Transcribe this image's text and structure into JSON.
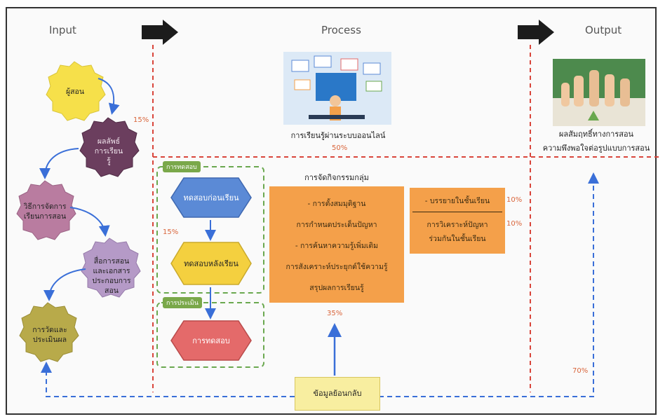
{
  "headers": {
    "input": "Input",
    "process": "Process",
    "output": "Output"
  },
  "input_steps": [
    {
      "label": "ผู้สอน",
      "color": "#f6e04a"
    },
    {
      "label": "ผลลัพธ์การเรียนรู้",
      "color": "#6b3e5e"
    },
    {
      "label": "วิธีการจัดการเรียนการสอน",
      "color": "#b97ca0"
    },
    {
      "label": "สื่อการสอนและเอกสารประกอบการสอน",
      "color": "#b59ac7"
    },
    {
      "label": "การวัดและประเมินผล",
      "color": "#b8aa4a"
    }
  ],
  "process": {
    "online_caption": "การเรียนรู้ผ่านระบบออนไลน์",
    "online_percent": "50%",
    "input_percent": "15%",
    "tag_top": "การทดสอบ",
    "tag_bottom": "การประเมิน",
    "pretest": "ทดสอบก่อนเรียน",
    "posttest": "ทดสอบหลังเรียน",
    "exam": "การทดสอบ",
    "test_percent": "15%",
    "group_title": "การจัดกิจกรรมกลุ่ม",
    "group_lines": [
      "- การตั้งสมมุติฐาน",
      "การกำหนดประเด็นปัญหา",
      "- การค้นหาความรู้เพิ่มเติม",
      "การสังเคราะห์ประยุกต์ใช้ความรู้",
      "สรุปผลการเรียนรู้"
    ],
    "group_percent": "35%",
    "lecture": "- บรรยายในชั้นเรียน",
    "lecture_percent": "10%",
    "analysis_lines": [
      "การวิเคราะห์ปัญหา",
      "ร่วมกันในชั้นเรียน"
    ],
    "analysis_percent": "10%",
    "feedback": "ข้อมูลย้อนกลับ",
    "feedback_percent": "70%"
  },
  "output": {
    "line1": "ผลสัมฤทธิ์ทางการสอน",
    "line2": "ความพึงพอใจต่อรูปแบบการสอน"
  },
  "colors": {
    "dashed_red": "#d9453b",
    "dashed_green": "#6aa84f",
    "arrow_blue": "#3a6fd8",
    "orange": "#f4a04a",
    "pretest_blue": "#5b8ad6",
    "posttest_yellow": "#f4d03f",
    "exam_red": "#e46a6a"
  },
  "icons": [
    "right-arrow-icon",
    "online-learning-image",
    "thumbs-up-image"
  ]
}
